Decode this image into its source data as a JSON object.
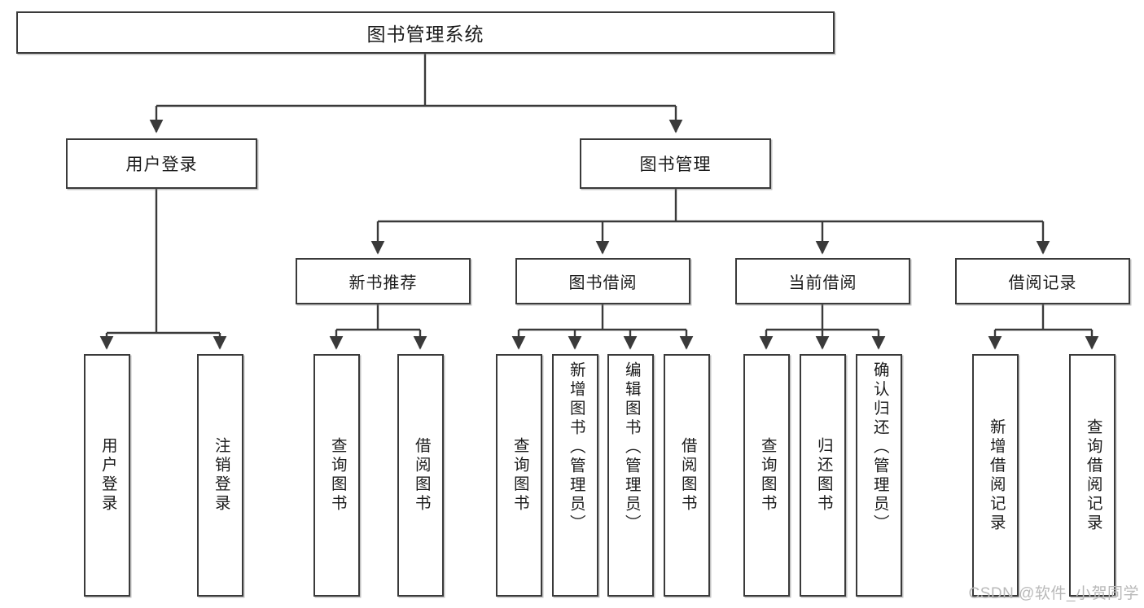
{
  "diagram": {
    "type": "tree",
    "title": "图书管理系统",
    "root": {
      "id": "root",
      "label": "图书管理系统"
    },
    "level2": [
      {
        "id": "user-login",
        "label": "用户登录"
      },
      {
        "id": "book-manage",
        "label": "图书管理"
      }
    ],
    "level3": [
      {
        "id": "new-book-rec",
        "label": "新书推荐",
        "parent": "book-manage"
      },
      {
        "id": "book-borrow",
        "label": "图书借阅",
        "parent": "book-manage"
      },
      {
        "id": "current-borrow",
        "label": "当前借阅",
        "parent": "book-manage"
      },
      {
        "id": "borrow-record",
        "label": "借阅记录",
        "parent": "book-manage"
      }
    ],
    "leaves": [
      {
        "id": "leaf-user-login",
        "label": "用户登录",
        "parent": "user-login"
      },
      {
        "id": "leaf-logout",
        "label": "注销登录",
        "parent": "user-login"
      },
      {
        "id": "leaf-query-book-1",
        "label": "查询图书",
        "parent": "new-book-rec"
      },
      {
        "id": "leaf-borrow-book-1",
        "label": "借阅图书",
        "parent": "new-book-rec"
      },
      {
        "id": "leaf-query-book-2",
        "label": "查询图书",
        "parent": "book-borrow"
      },
      {
        "id": "leaf-add-book",
        "label": "新增图书（管理员）",
        "parent": "book-borrow"
      },
      {
        "id": "leaf-edit-book",
        "label": "编辑图书（管理员）",
        "parent": "book-borrow"
      },
      {
        "id": "leaf-borrow-book-2",
        "label": "借阅图书",
        "parent": "book-borrow"
      },
      {
        "id": "leaf-query-book-3",
        "label": "查询图书",
        "parent": "current-borrow"
      },
      {
        "id": "leaf-return-book",
        "label": "归还图书",
        "parent": "current-borrow"
      },
      {
        "id": "leaf-confirm-return",
        "label": "确认归还（管理员）",
        "parent": "current-borrow"
      },
      {
        "id": "leaf-add-record",
        "label": "新增借阅记录",
        "parent": "borrow-record"
      },
      {
        "id": "leaf-query-record",
        "label": "查询借阅记录",
        "parent": "borrow-record"
      }
    ],
    "colors": {
      "stroke": "#3a3a3a",
      "box_fill": "#ffffff",
      "text": "#1b1b1b",
      "watermark": "#b9b9b9"
    }
  },
  "watermark": {
    "text": "CSDN @软件_小贺同学"
  }
}
